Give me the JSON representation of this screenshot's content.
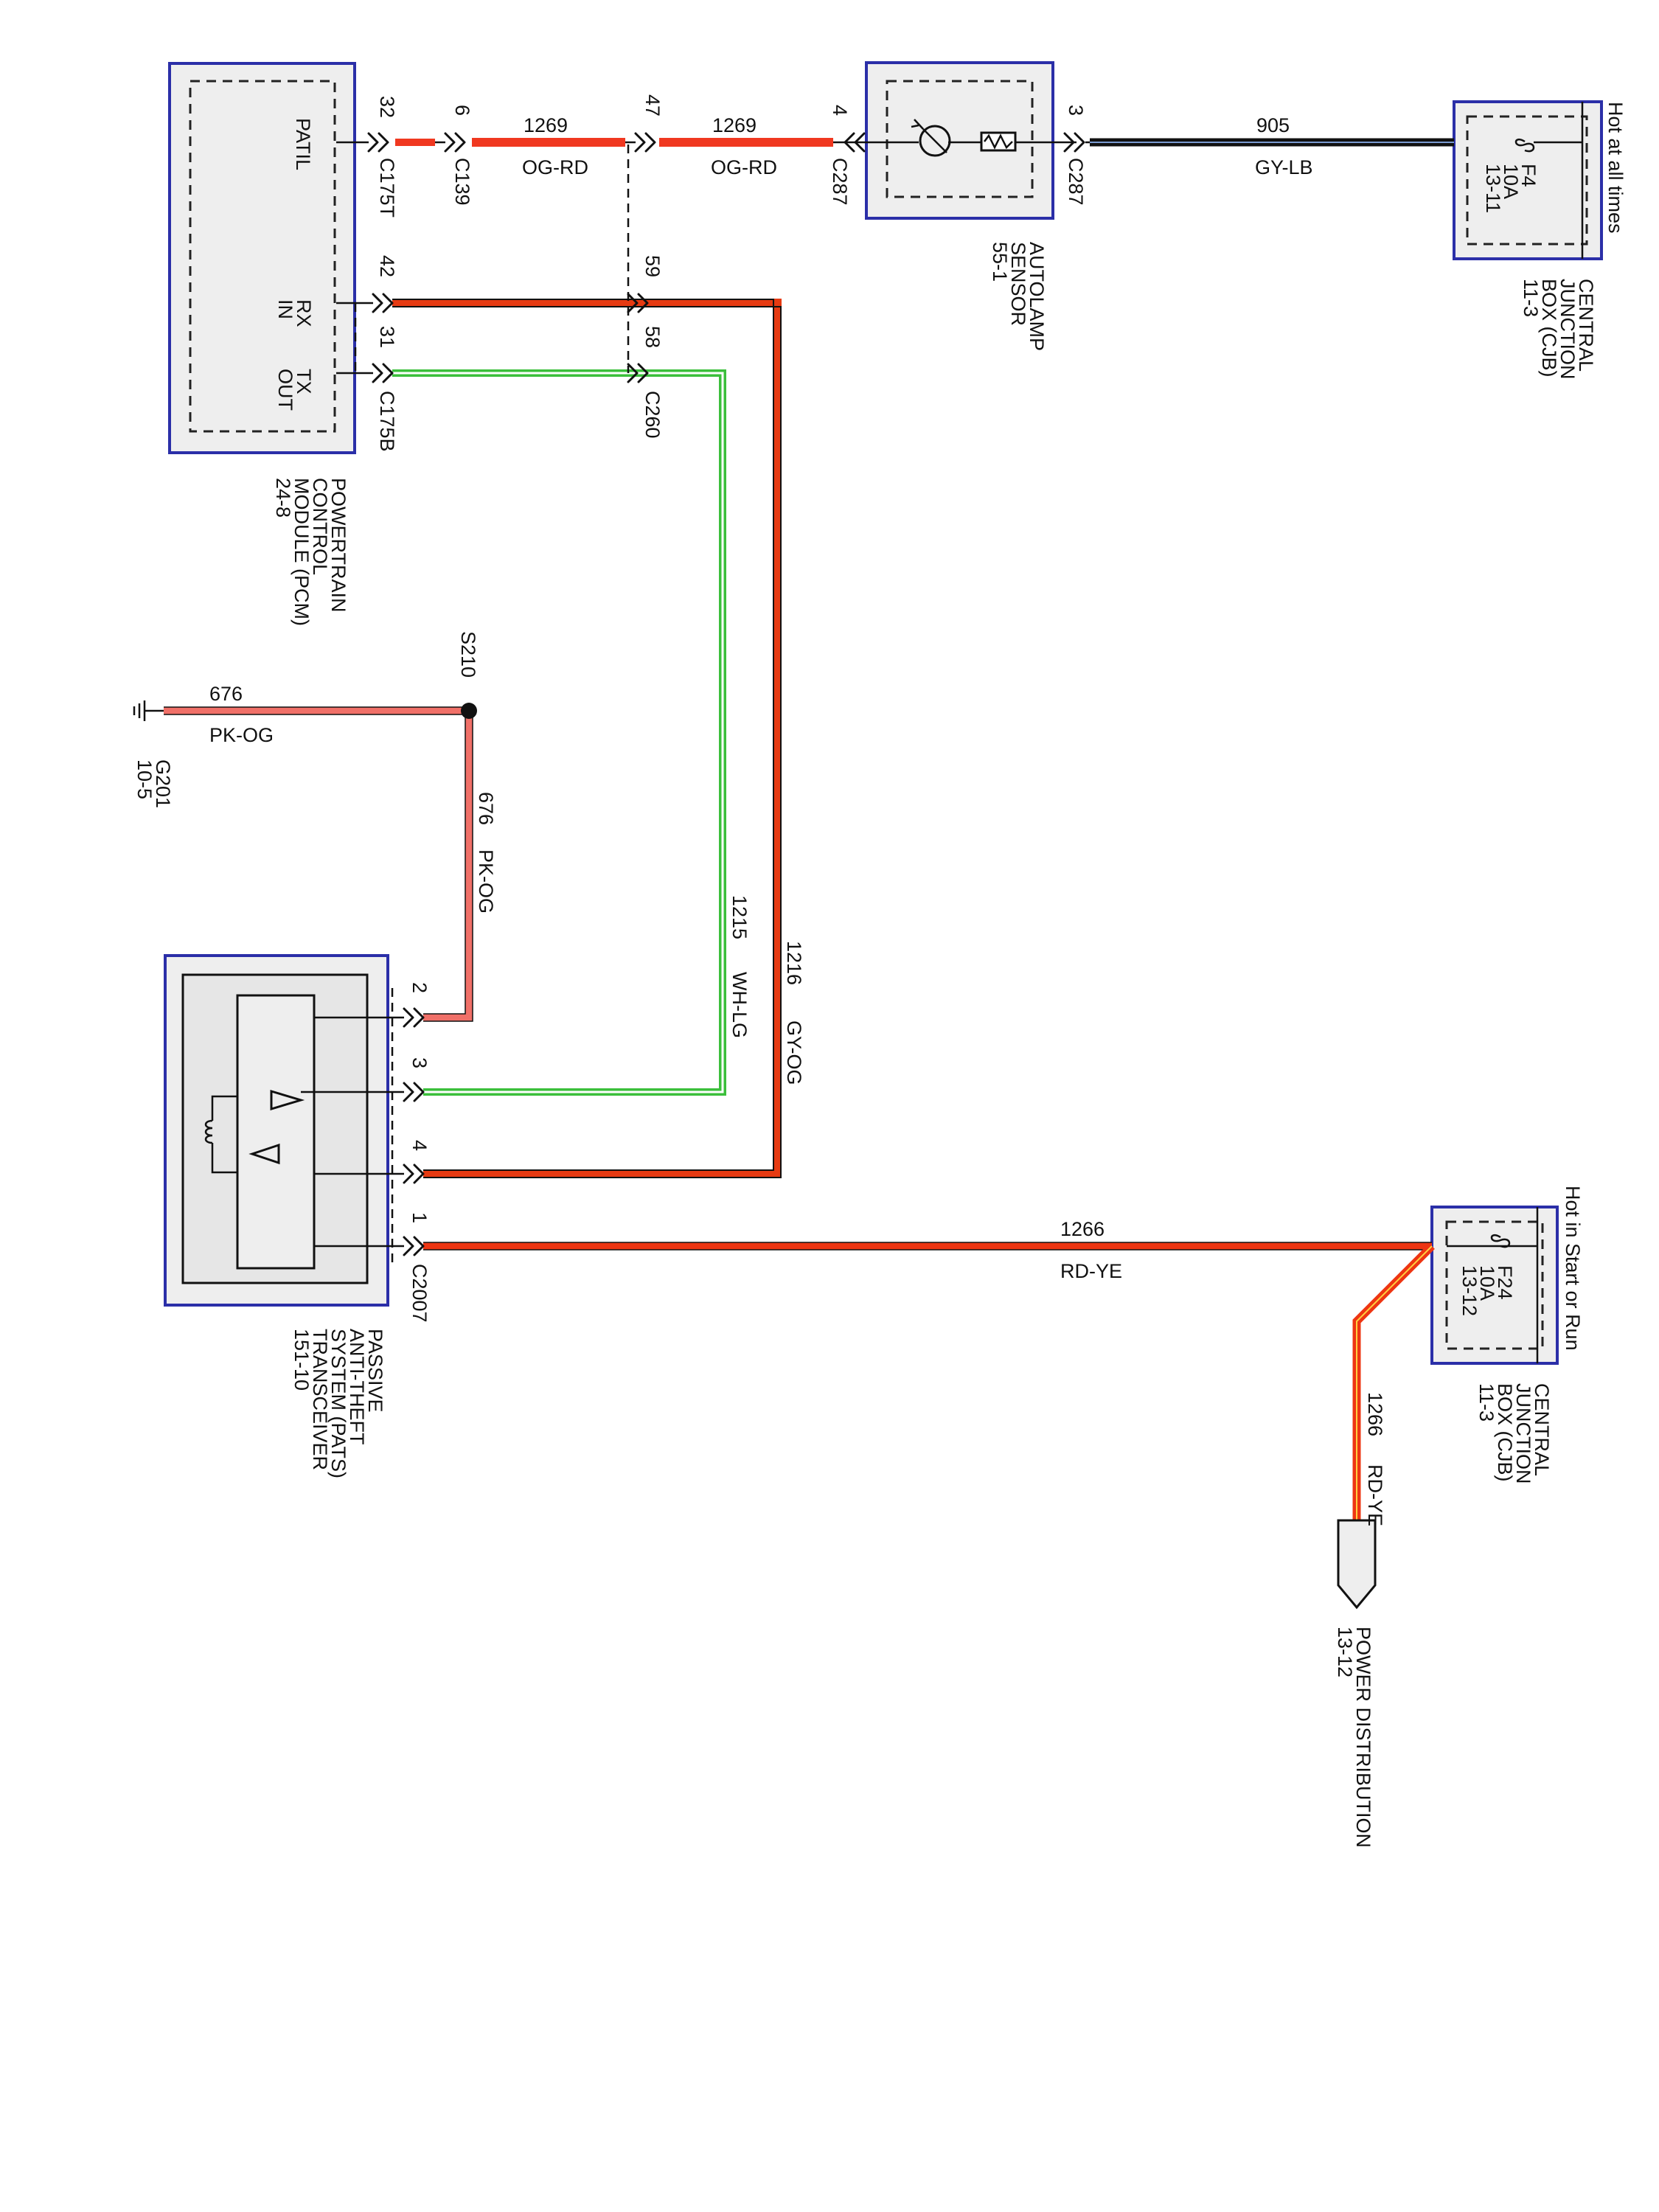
{
  "colors": {
    "og_rd": "#f03820",
    "gy_og": "#e63a12",
    "wh_lg": "#3bbf3b",
    "gy_lb": "#111111",
    "pk_og": "#f07068",
    "rd_ye": "#ee3512",
    "module_border": "#2b2fa8",
    "module_fill": "#eeeeee"
  },
  "components": {
    "pcm": {
      "name_lines": [
        "POWERTRAIN",
        "CONTROL",
        "MODULE (PCM)",
        "24-8"
      ],
      "pin_patil": "PATIL",
      "pin_rx": "RX",
      "pin_in": "IN",
      "pin_tx": "TX",
      "pin_out": "OUT"
    },
    "autolamp": {
      "name_lines": [
        "AUTOLAMP",
        "SENSOR",
        "55-1"
      ]
    },
    "cjb_top": {
      "name_lines": [
        "CENTRAL",
        "JUNCTION",
        "BOX (CJB)",
        "11-3"
      ],
      "hot_label": "Hot at all times",
      "fuse_lines": [
        "F4",
        "10A",
        "13-11"
      ]
    },
    "cjb_bottom": {
      "name_lines": [
        "CENTRAL",
        "JUNCTION",
        "BOX (CJB)",
        "11-3"
      ],
      "hot_label": "Hot in Start or Run",
      "fuse_lines": [
        "F24",
        "10A",
        "13-12"
      ]
    },
    "pats": {
      "name_lines": [
        "PASSIVE",
        "ANTI-THEFT",
        "SYSTEM (PATS)",
        "TRANSCEIVER",
        "151-10"
      ]
    },
    "ground": {
      "name_lines": [
        "G201",
        "10-5"
      ]
    },
    "splice": {
      "name": "S210"
    },
    "power_dist": {
      "name_lines": [
        "POWER DISTRIBUTION",
        "13-12"
      ]
    }
  },
  "connectors": {
    "c175t": "C175T",
    "c139": "C139",
    "c287_a": "C287",
    "c287_b": "C287",
    "c175b": "C175B",
    "c260": "C260",
    "c2007": "C2007"
  },
  "pins": {
    "p32": "32",
    "p6": "6",
    "p47": "47",
    "p4_c287": "4",
    "p3_c287": "3",
    "p42": "42",
    "p59": "59",
    "p31": "31",
    "p58": "58",
    "p2": "2",
    "p3": "3",
    "p4": "4",
    "p1": "1"
  },
  "wires": {
    "w1269a": {
      "circuit": "1269",
      "color_code": "OG-RD"
    },
    "w1269b": {
      "circuit": "1269",
      "color_code": "OG-RD"
    },
    "w905": {
      "circuit": "905",
      "color_code": "GY-LB"
    },
    "w676h": {
      "circuit": "676",
      "color_code": "PK-OG"
    },
    "w676v": {
      "circuit": "676",
      "color_code": "PK-OG"
    },
    "w1215": {
      "circuit": "1215",
      "color_code": "WH-LG"
    },
    "w1216": {
      "circuit": "1216",
      "color_code": "GY-OG"
    },
    "w1266h": {
      "circuit": "1266",
      "color_code": "RD-YE"
    },
    "w1266v": {
      "circuit": "1266",
      "color_code": "RD-YE"
    }
  }
}
